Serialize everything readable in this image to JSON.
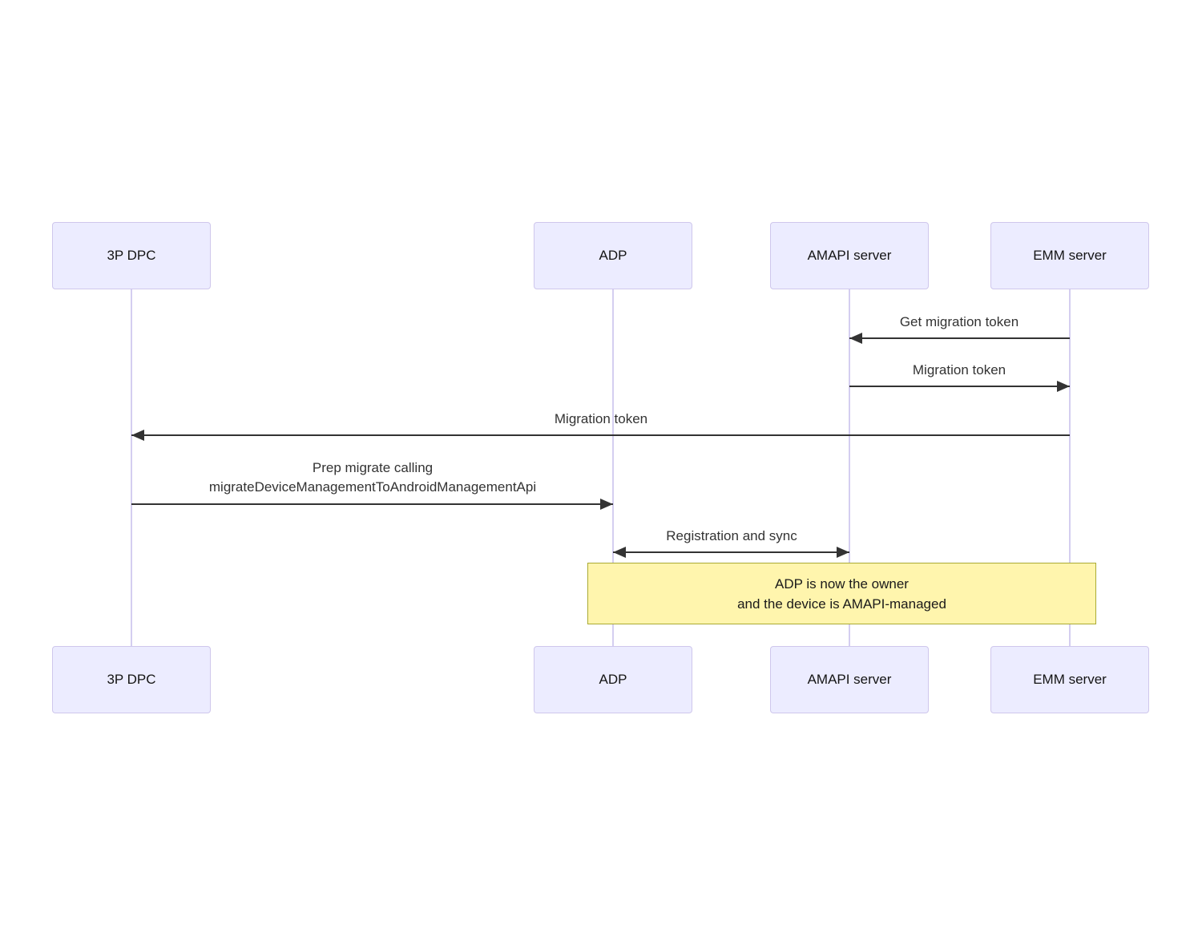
{
  "diagram": {
    "type": "sequence",
    "actors": [
      {
        "id": "3p-dpc",
        "label": "3P DPC"
      },
      {
        "id": "adp",
        "label": "ADP"
      },
      {
        "id": "amapi-server",
        "label": "AMAPI server"
      },
      {
        "id": "emm-server",
        "label": "EMM server"
      }
    ],
    "messages": [
      {
        "from": "EMM server",
        "to": "AMAPI server",
        "direction": "left",
        "label": "Get migration token"
      },
      {
        "from": "AMAPI server",
        "to": "EMM server",
        "direction": "right",
        "label": "Migration token"
      },
      {
        "from": "EMM server",
        "to": "3P DPC",
        "direction": "left",
        "label": "Migration token"
      },
      {
        "from": "3P DPC",
        "to": "ADP",
        "direction": "right",
        "label": "Prep migrate calling migrateDeviceManagementToAndroidManagementApi",
        "label_lines": [
          "Prep migrate calling",
          "migrateDeviceManagementToAndroidManagementApi"
        ]
      },
      {
        "from": "ADP",
        "to": "AMAPI server",
        "direction": "both",
        "label": "Registration and sync"
      }
    ],
    "note": {
      "spans_from": "ADP",
      "spans_to": "EMM server",
      "lines": [
        "ADP is now the owner",
        "and the device is AMAPI-managed"
      ]
    },
    "colors": {
      "actor_fill": "#ECECFF",
      "actor_border": "#CFC7EC",
      "lifeline": "#D4CEF0",
      "arrow": "#333333",
      "message_text": "#333333",
      "note_fill": "#FFF5AD",
      "note_border": "#AAAA33",
      "background": "#FFFFFF"
    }
  }
}
